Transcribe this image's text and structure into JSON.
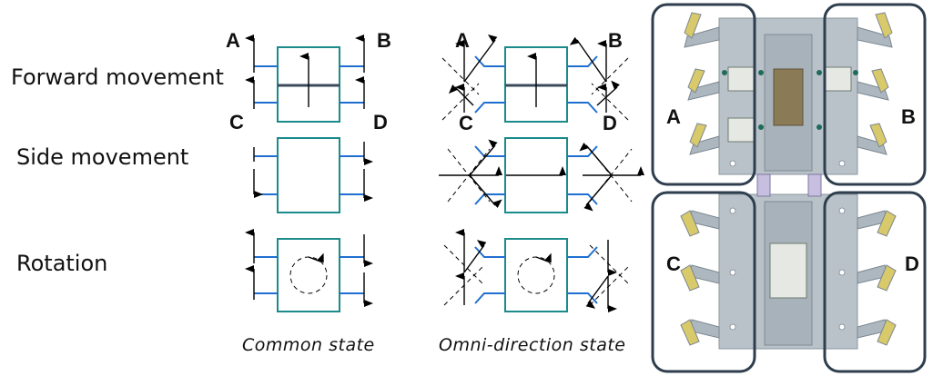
{
  "rows": {
    "forward": "Forward movement",
    "side": "Side movement",
    "rotation": "Rotation"
  },
  "wheels": {
    "a": "A",
    "b": "B",
    "c": "C",
    "d": "D"
  },
  "states": {
    "common": "Common state",
    "omni": "Omni-direction state"
  },
  "photo_labels": {
    "a": "A",
    "b": "B",
    "c": "C",
    "d": "D"
  },
  "colors": {
    "box_outline": "#1b8a8a",
    "connector": "#1f6fd0",
    "frame": "#2f3e4e",
    "foot_pad": "#d8c96a"
  }
}
